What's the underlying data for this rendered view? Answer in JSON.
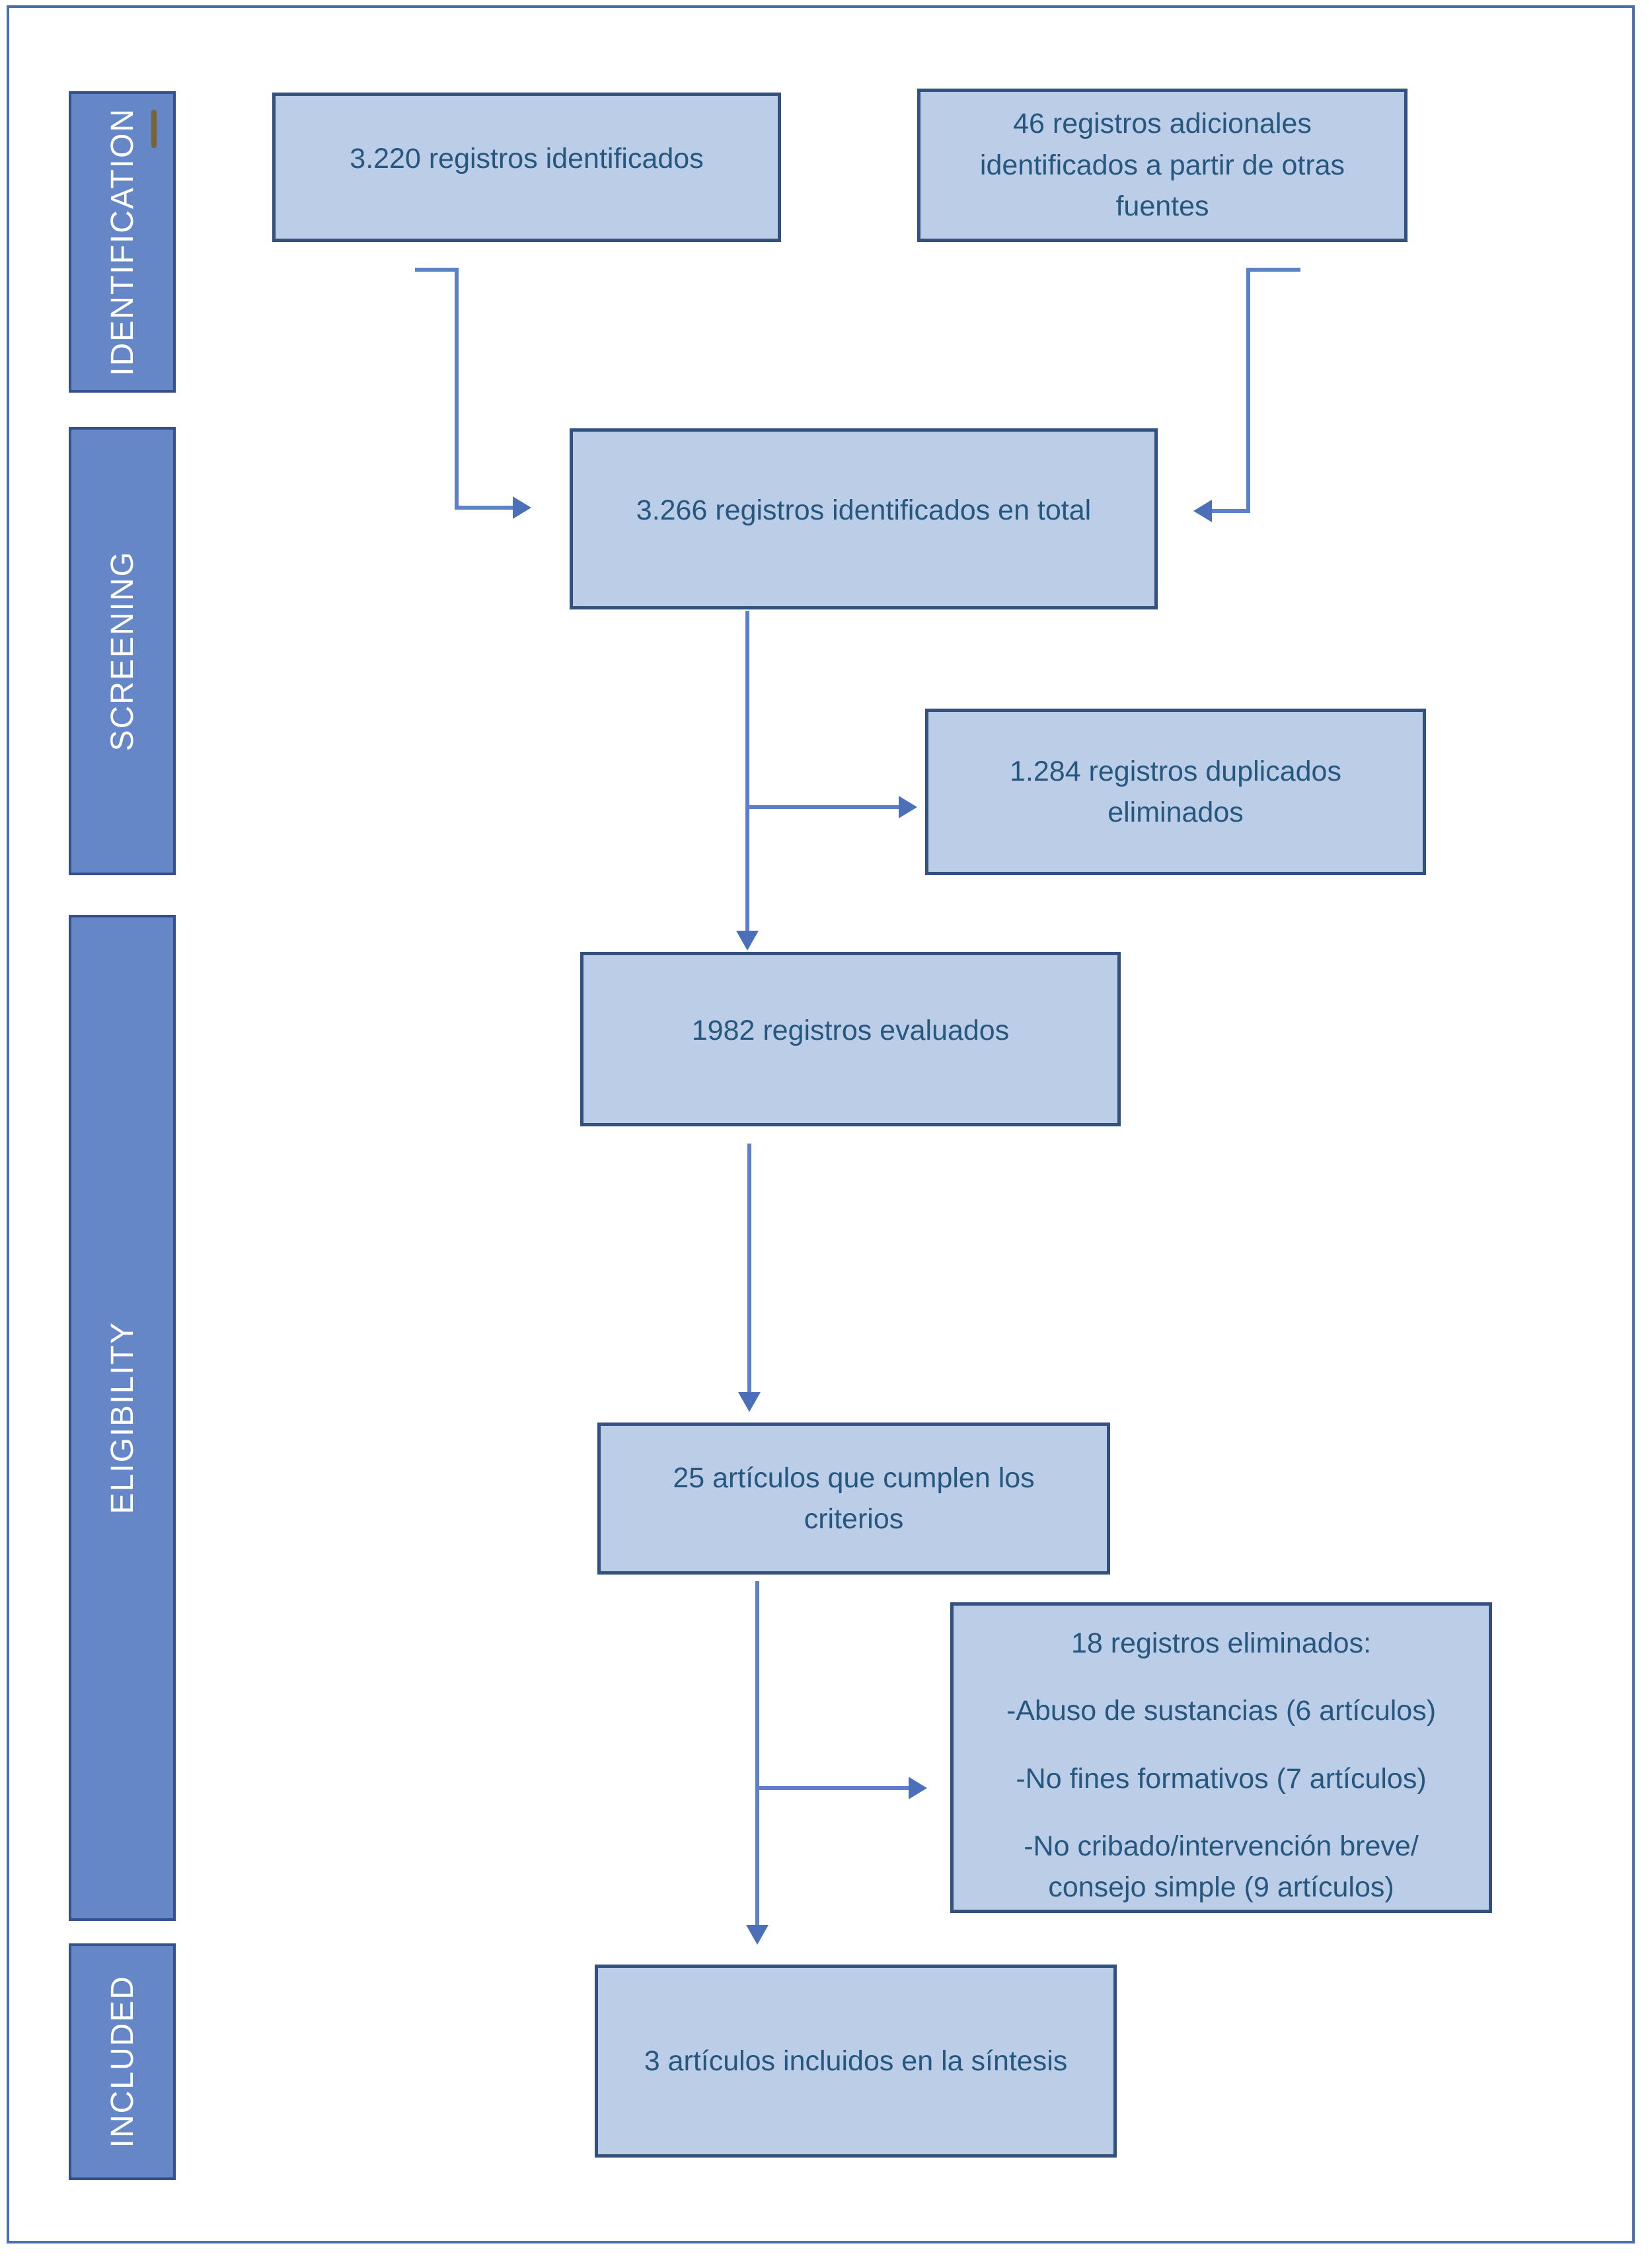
{
  "page": {
    "background": "#ffffff",
    "outer_border_color": "#4d6fae"
  },
  "colors": {
    "stage_fill": "#6587c7",
    "stage_border": "#35508a",
    "stage_text": "#ffffff",
    "box_fill": "#bccde8",
    "box_border": "#32517e",
    "box_text": "#26577f",
    "connector_line": "#5d80c8",
    "connector_head": "#4b6fb9",
    "cursor_dash": "#7a6436"
  },
  "sidebar": {
    "stages": [
      {
        "label": "IDENTIFICATION"
      },
      {
        "label": "SCREENING"
      },
      {
        "label": "ELIGIBILITY"
      },
      {
        "label": "INCLUDED"
      }
    ]
  },
  "flow": {
    "boxes": {
      "records_identified": {
        "text": "3.220 registros identificados"
      },
      "additional_records": {
        "text": "46 registros adicionales\nidentificados a partir de otras\nfuentes"
      },
      "total_identified": {
        "text": "3.266 registros identificados en total"
      },
      "duplicates_removed": {
        "text": "1.284 registros duplicados\neliminados"
      },
      "records_screened": {
        "text": "1982 registros evaluados"
      },
      "meeting_criteria": {
        "text": "25 artículos que cumplen los\ncriterios"
      },
      "records_excluded": {
        "title": "18 registros eliminados:",
        "reasons": [
          "-Abuso de sustancias (6 artículos)",
          "-No fines formativos (7 artículos)",
          "-No cribado/intervención breve/\nconsejo simple (9 artículos)"
        ]
      },
      "included_synthesis": {
        "text": "3 artículos incluidos en la síntesis"
      }
    }
  }
}
